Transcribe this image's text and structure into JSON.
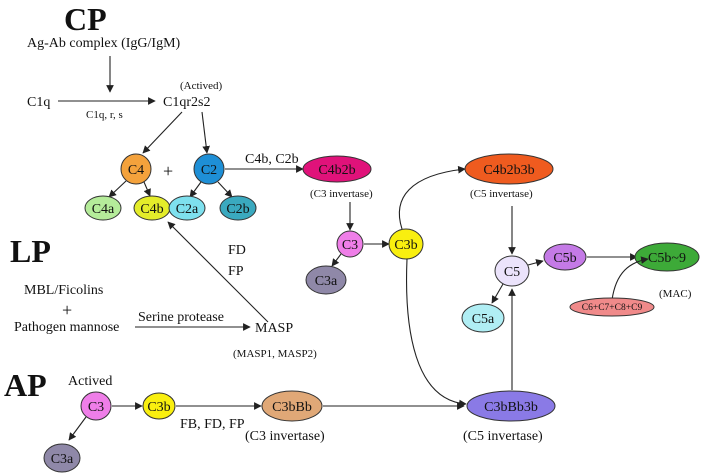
{
  "sections": {
    "cp": "CP",
    "lp": "LP",
    "ap": "AP"
  },
  "cp": {
    "trigger": "Ag-Ab complex (IgG/IgM)",
    "c1q": "C1q",
    "c1_subunits": "C1q, r, s",
    "actived": "(Actived)",
    "c1qr2s2": "C1qr2s2",
    "plus": "+",
    "c4b_c2b": "C4b, C2b",
    "c3_invertase": "(C3  invertase)",
    "c5_invertase": "(C5  invertase)"
  },
  "lp": {
    "fd": "FD",
    "fp": "FP",
    "mbl": "MBL/Ficolins",
    "plus": "+",
    "pathogen": "Pathogen mannose",
    "serine": "Serine protease",
    "masp": "MASP",
    "masp_sub": "(MASP1, MASP2)"
  },
  "ap": {
    "actived": "Actived",
    "factors": "FB, FD, FP",
    "c3_invertase": "(C3  invertase)",
    "c5_invertase": "(C5  invertase)"
  },
  "terminal": {
    "c6c9": "C6+C7+C8+C9",
    "mac": "(MAC)"
  },
  "nodes": {
    "c4": {
      "label": "C4",
      "color": "#f4a23c"
    },
    "c2": {
      "label": "C2",
      "color": "#1e8fd6"
    },
    "c4a": {
      "label": "C4a",
      "color": "#b5ec9a"
    },
    "c4b": {
      "label": "C4b",
      "color": "#e4ec2a"
    },
    "c2a": {
      "label": "C2a",
      "color": "#7ee0ee"
    },
    "c2b": {
      "label": "C2b",
      "color": "#3aa9bf"
    },
    "c4b2b": {
      "label": "C4b2b",
      "color": "#e0127a"
    },
    "c4b2b3b": {
      "label": "C4b2b3b",
      "color": "#ef5b1f"
    },
    "c3_cp": {
      "label": "C3",
      "color": "#ef7ee8"
    },
    "c3b_cp": {
      "label": "C3b",
      "color": "#f9ef0f"
    },
    "c3a_cp": {
      "label": "C3a",
      "color": "#8f88a8"
    },
    "c5": {
      "label": "C5",
      "color": "#ebe3fb"
    },
    "c5a": {
      "label": "C5a",
      "color": "#b0eef4"
    },
    "c5b": {
      "label": "C5b",
      "color": "#c47ae6"
    },
    "c5b9": {
      "label": "C5b~9",
      "color": "#3daa38"
    },
    "c3_ap": {
      "label": "C3",
      "color": "#ef7ee8"
    },
    "c3a_ap": {
      "label": "C3a",
      "color": "#8f88a8"
    },
    "c3b_ap": {
      "label": "C3b",
      "color": "#f9ef0f"
    },
    "c3bbb": {
      "label": "C3bBb",
      "color": "#e0a877"
    },
    "c3bbb3b": {
      "label": "C3bBb3b",
      "color": "#8a7ae6"
    },
    "c6c9_color": "#f08a8a"
  }
}
